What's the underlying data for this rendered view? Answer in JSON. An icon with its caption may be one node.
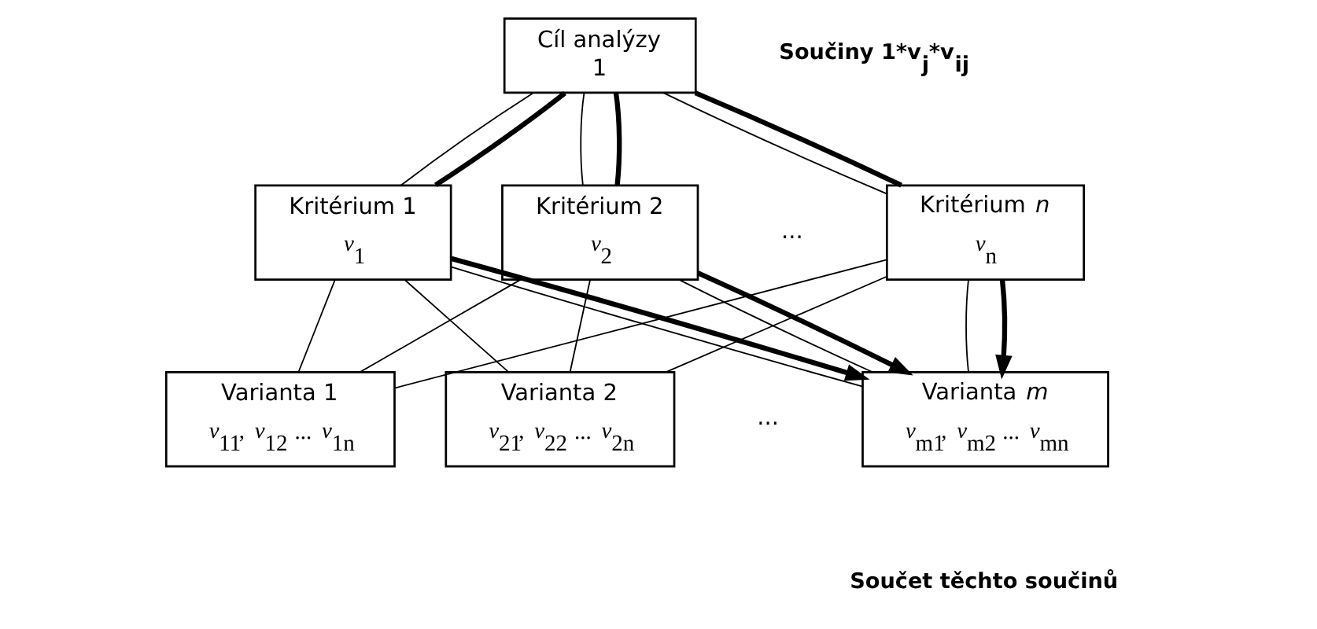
{
  "diagram": {
    "nodes": [
      {
        "text": [
          "Cíl analýzy",
          "1"
        ]
      },
      {
        "text": [
          "Kritérium 1",
          "*v*$_{1}$"
        ]
      },
      {
        "text": [
          "Kritérium 2",
          "*v*$_{2}$"
        ]
      },
      {
        "text": [
          "Kritérium *n*",
          "*v*$_{n}$"
        ]
      },
      {
        "text": [
          "Varianta 1",
          "*v*$_{11}$, *v*$_{12}$ ... *v*$_{1n}$"
        ]
      },
      {
        "text": [
          "Varianta 2",
          "*v*$_{21}$, *v*$_{22}$ ... *v*$_{2n}$"
        ]
      },
      {
        "text": [
          "Varianta *m*",
          "*v*$_{m1}$, *v*$_{m2}$ ... *v*$_{mn}$"
        ]
      }
    ],
    "edges": [
      {
        "from": 0,
        "to": 1,
        "arrow": "none"
      },
      {
        "from": 0,
        "to": 2,
        "arrow": "none"
      },
      {
        "from": 0,
        "to": 3,
        "arrow": "none"
      },
      {
        "from": 1,
        "to": 4,
        "arrow": "none"
      },
      {
        "from": 1,
        "to": 5,
        "arrow": "none"
      },
      {
        "from": 1,
        "to": 6,
        "arrow": "none"
      },
      {
        "from": 2,
        "to": 4,
        "arrow": "none"
      },
      {
        "from": 2,
        "to": 5,
        "arrow": "none"
      },
      {
        "from": 2,
        "to": 6,
        "arrow": "none"
      },
      {
        "from": 3,
        "to": 4,
        "arrow": "none"
      },
      {
        "from": 3,
        "to": 5,
        "arrow": "none"
      },
      {
        "from": 3,
        "to": 6,
        "arrow": "none"
      },
      {
        "from": 0,
        "to": 1,
        "arrow": "none",
        "style": "thick"
      },
      {
        "from": 1,
        "to": 6,
        "arrow": "to",
        "style": "thick"
      },
      {
        "from": 0,
        "to": 2,
        "arrow": "none",
        "style": "thick"
      },
      {
        "from": 2,
        "to": 6,
        "arrow": "to",
        "style": "thick"
      },
      {
        "from": 0,
        "to": 3,
        "arrow": "none",
        "style": "thick"
      },
      {
        "from": 3,
        "to": 6,
        "arrow": "to",
        "style": "thick"
      }
    ],
    "labels": [
      "Součiny 1*v$_{j}$*v$_{ij}$",
      "...",
      "...",
      "Součet těchto součinů"
    ]
  }
}
